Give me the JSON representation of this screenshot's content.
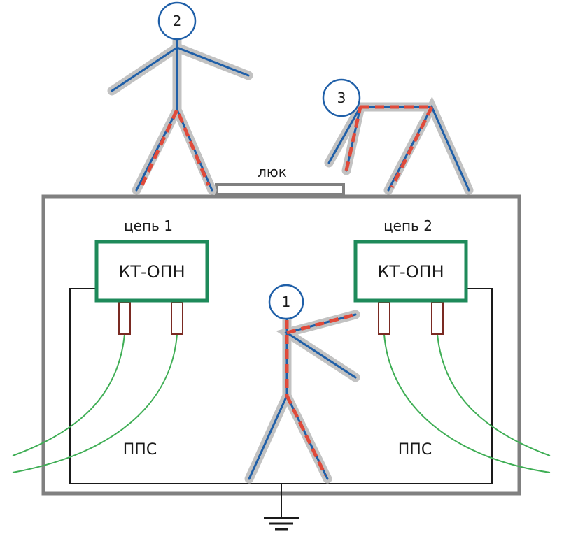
{
  "labels": {
    "hatch": "люк",
    "circuit1": "цепь 1",
    "circuit2": "цепь 2",
    "device1": "КТ-ОПН",
    "device2": "КТ-ОПН",
    "pps1": "ППС",
    "pps2": "ППС"
  },
  "persons": {
    "p1": "1",
    "p2": "2",
    "p3": "3"
  },
  "colors": {
    "enclosure": "#808080",
    "device_border": "#1e8a5a",
    "cable": "#3fae55",
    "wire": "#1a1a1a",
    "safe_path": "#1f5fa8",
    "danger_path": "#e04a3a",
    "halo": "#c2c2c2",
    "terminal": "#7a2a22"
  }
}
